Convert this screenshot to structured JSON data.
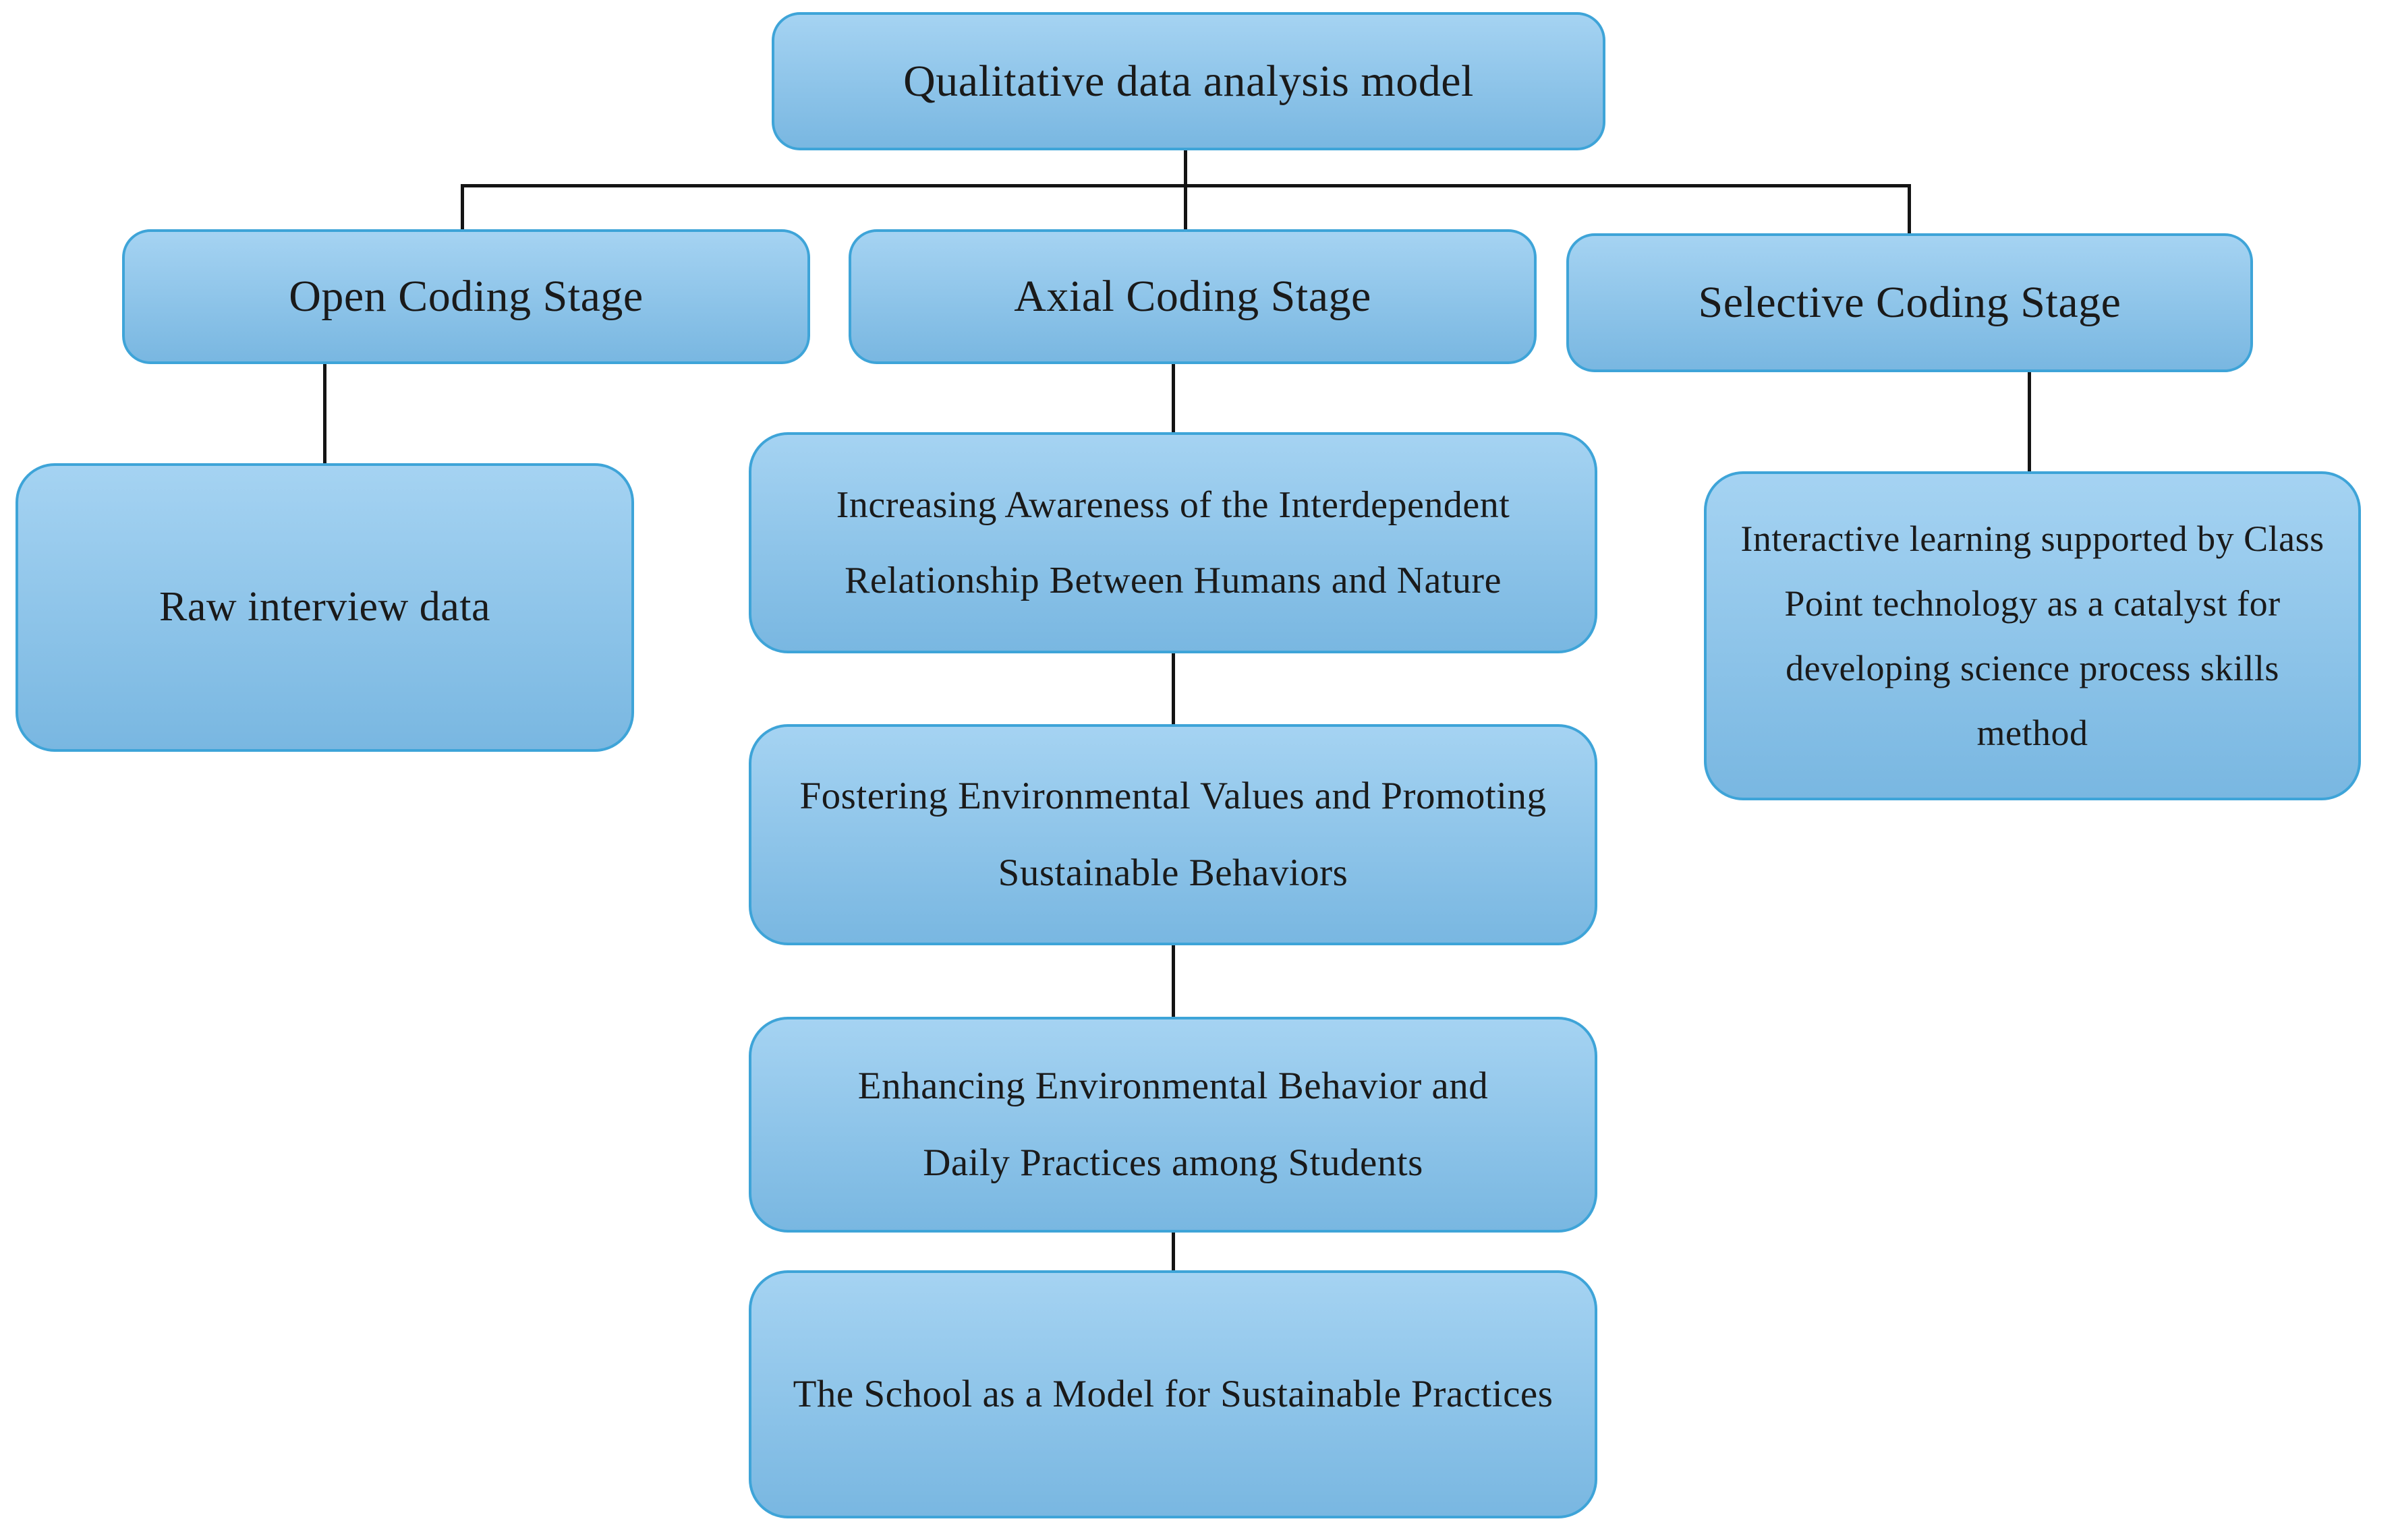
{
  "diagram": {
    "root": {
      "label": "Qualitative data analysis model"
    },
    "branches": [
      {
        "stage": {
          "label": "Open Coding Stage"
        },
        "children": [
          {
            "label": "Raw interview data"
          }
        ]
      },
      {
        "stage": {
          "label": "Axial Coding Stage"
        },
        "children": [
          {
            "label": "Increasing Awareness of the Interdependent Relationship Between Humans and Nature"
          },
          {
            "label": "Fostering Environmental Values and Promoting Sustainable Behaviors"
          },
          {
            "label": "Enhancing Environmental Behavior and Daily Practices among Students"
          },
          {
            "label": "The School as a Model for Sustainable Practices"
          }
        ]
      },
      {
        "stage": {
          "label": "Selective Coding Stage"
        },
        "children": [
          {
            "label": "Interactive learning supported by Class Point technology as a catalyst for developing science process skills method"
          }
        ]
      }
    ]
  },
  "colors": {
    "box_fill_top": "#a5d3f2",
    "box_fill_bottom": "#79b7e1",
    "box_border": "#3ea4d8",
    "connector": "#141414",
    "text": "#1a1a1a",
    "background": "#ffffff"
  }
}
